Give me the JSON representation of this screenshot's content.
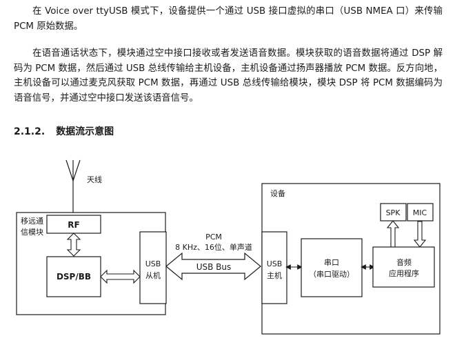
{
  "paragraphs": [
    "在 Voice over ttyUSB 模式下，设备提供一个通过 USB 接口虚拟的串口（USB NMEA 口）来传输 PCM 原始数据。",
    "在语音通话状态下，模块通过空中接口接收或者发送语音数据。模块获取的语音数据将通过 DSP 解码为 PCM 数据，然后通过 USB 总线传输给主机设备，主机设备通过扬声器播放 PCM 数据。反方向地，主机设备可以通过麦克风获取 PCM 数据，再通过 USB 总线传输给模块，模块 DSP 将 PCM 数据编码为语音信号，并通过空中接口发送该语音信号。"
  ],
  "section": {
    "number": "2.1.2.",
    "title": "数据流示意图"
  },
  "diagram": {
    "antenna_label": "天线",
    "module_label_1": "移远通",
    "module_label_2": "信模块",
    "rf": "RF",
    "dspbb": "DSP/BB",
    "usb_slave_1": "USB",
    "usb_slave_2": "从机",
    "pcm_1": "PCM",
    "pcm_2": "8 KHz、16位、单声道",
    "usb_bus": "USB Bus",
    "device_label": "设备",
    "usb_host_1": "USB",
    "usb_host_2": "主机",
    "serial_1": "串口",
    "serial_2": "（串口驱动）",
    "spk": "SPK",
    "mic": "MIC",
    "audio_1": "音频",
    "audio_2": "应用程序"
  }
}
